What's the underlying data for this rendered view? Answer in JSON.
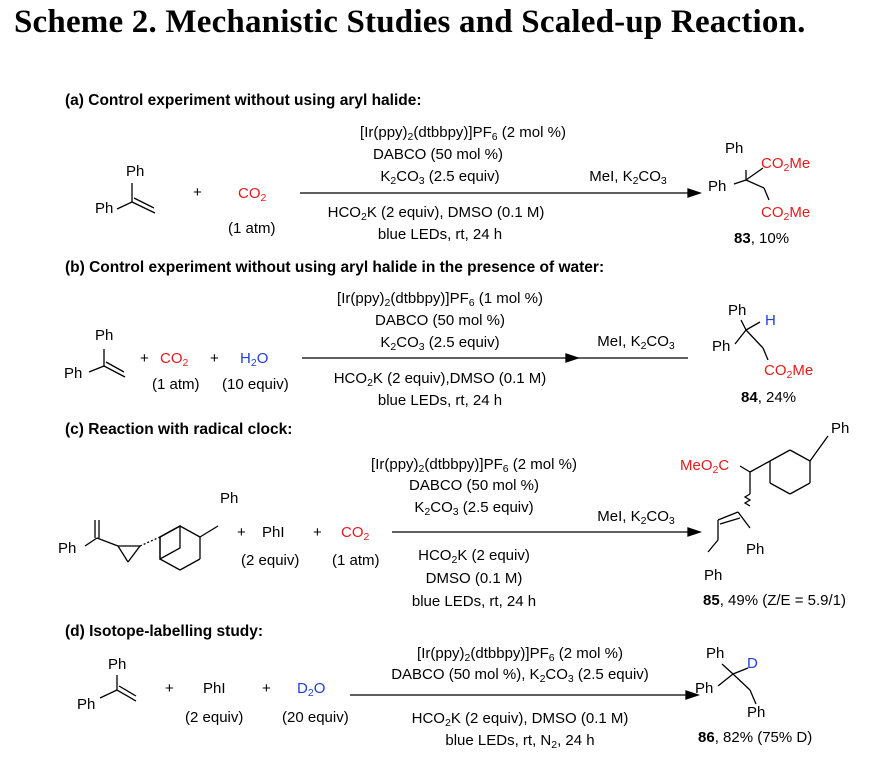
{
  "title": "Scheme 2. Mechanistic Studies and Scaled-up Reaction.",
  "colors": {
    "red": "#e8191c",
    "blue": "#1f3fd8"
  },
  "a": {
    "header": "(a) Control experiment without using aryl halide:",
    "ph": "Ph",
    "ph2": "Ph",
    "plus": "+",
    "co2": "CO",
    "co2_sub": "2",
    "co2_cond": "(1 atm)",
    "cond1_pre": "[Ir(ppy)",
    "cond1_sub1": "2",
    "cond1_mid": "(dtbbpy)]PF",
    "cond1_sub2": "6",
    "cond1_post": " (2 mol %)",
    "cond2": "DABCO (50 mol %)",
    "cond3_pre": "K",
    "cond3_sub1": "2",
    "cond3_mid": "CO",
    "cond3_sub2": "3",
    "cond3_post": " (2.5 equiv)",
    "cond4_pre": "HCO",
    "cond4_sub": "2",
    "cond4_post": "K (2 equiv), DMSO (0.1 M)",
    "cond5": "blue LEDs, rt, 24 h",
    "cond6_pre": "MeI, K",
    "cond6_sub1": "2",
    "cond6_mid": "CO",
    "cond6_sub2": "3",
    "prod_ph1": "Ph",
    "prod_ph2": "Ph",
    "prod_ester1_pre": "CO",
    "prod_ester1_sub": "2",
    "prod_ester1_post": "Me",
    "prod_ester2_pre": "CO",
    "prod_ester2_sub": "2",
    "prod_ester2_post": "Me",
    "compound": "83",
    "yield": ", 10%"
  },
  "b": {
    "header": "(b) Control experiment without using aryl halide in the presence of water:",
    "ph": "Ph",
    "ph2": "Ph",
    "plus1": "+",
    "plus2": "+",
    "co2": "CO",
    "co2_sub": "2",
    "co2_cond": "(1 atm)",
    "h2o_pre": "H",
    "h2o_sub": "2",
    "h2o_post": "O",
    "h2o_cond": "(10 equiv)",
    "cond1_pre": "[Ir(ppy)",
    "cond1_sub1": "2",
    "cond1_mid": "(dtbbpy)]PF",
    "cond1_sub2": "6",
    "cond1_post": " (1 mol %)",
    "cond2": "DABCO (50 mol %)",
    "cond3_pre": "K",
    "cond3_sub1": "2",
    "cond3_mid": "CO",
    "cond3_sub2": "3",
    "cond3_post": " (2.5 equiv)",
    "cond4_pre": "HCO",
    "cond4_sub": "2",
    "cond4_post": "K (2 equiv),DMSO (0.1 M)",
    "cond5": "blue LEDs, rt, 24 h",
    "cond6_pre": "MeI, K",
    "cond6_sub1": "2",
    "cond6_mid": "CO",
    "cond6_sub2": "3",
    "prod_ph1": "Ph",
    "prod_ph2": "Ph",
    "prod_h": "H",
    "prod_ester_pre": "CO",
    "prod_ester_sub": "2",
    "prod_ester_post": "Me",
    "compound": "84",
    "yield": ", 24%"
  },
  "c": {
    "header": "(c) Reaction with radical clock:",
    "ph_sub": "Ph",
    "ph_left": "Ph",
    "plus1": "+",
    "phi": "PhI",
    "phi_cond": "(2 equiv)",
    "plus2": "+",
    "co2": "CO",
    "co2_sub": "2",
    "co2_cond": "(1 atm)",
    "cond1_pre": "[Ir(ppy)",
    "cond1_sub1": "2",
    "cond1_mid": "(dtbbpy)]PF",
    "cond1_sub2": "6",
    "cond1_post": " (2 mol %)",
    "cond2": "DABCO (50 mol %)",
    "cond3_pre": "K",
    "cond3_sub1": "2",
    "cond3_mid": "CO",
    "cond3_sub2": "3",
    "cond3_post": " (2.5 equiv)",
    "cond4_pre": "HCO",
    "cond4_sub": "2",
    "cond4_post": "K (2 equiv)",
    "cond5": "DMSO (0.1 M)",
    "cond6": "blue LEDs, rt, 24 h",
    "cond7_pre": "MeI, K",
    "cond7_sub1": "2",
    "cond7_mid": "CO",
    "cond7_sub2": "3",
    "prod_ph_top": "Ph",
    "prod_ester_pre": "MeO",
    "prod_ester_sub": "2",
    "prod_ester_post": "C",
    "prod_ph_mid": "Ph",
    "prod_ph_bottom": "Ph",
    "compound": "85",
    "yield": ", 49% (Z/E = 5.9/1)"
  },
  "d": {
    "header": "(d) Isotope-labelling study:",
    "ph": "Ph",
    "ph2": "Ph",
    "plus1": "+",
    "phi": "PhI",
    "phi_cond": "(2 equiv)",
    "plus2": "+",
    "d2o_pre": "D",
    "d2o_sub": "2",
    "d2o_post": "O",
    "d2o_cond": "(20 equiv)",
    "cond1_pre": "[Ir(ppy)",
    "cond1_sub1": "2",
    "cond1_mid": "(dtbbpy)]PF",
    "cond1_sub2": "6",
    "cond1_post": " (2 mol %)",
    "cond2_pre": "DABCO (50 mol %), K",
    "cond2_sub1": "2",
    "cond2_mid": "CO",
    "cond2_sub2": "3",
    "cond2_post": " (2.5 equiv)",
    "cond3_pre": "HCO",
    "cond3_sub": "2",
    "cond3_post": "K (2 equiv), DMSO (0.1 M)",
    "cond4_pre": "blue LEDs, rt, N",
    "cond4_sub": "2",
    "cond4_post": ", 24 h",
    "prod_ph1": "Ph",
    "prod_ph2": "Ph",
    "prod_ph3": "Ph",
    "prod_d": "D",
    "compound": "86",
    "yield": ", 82% (75% D)"
  }
}
